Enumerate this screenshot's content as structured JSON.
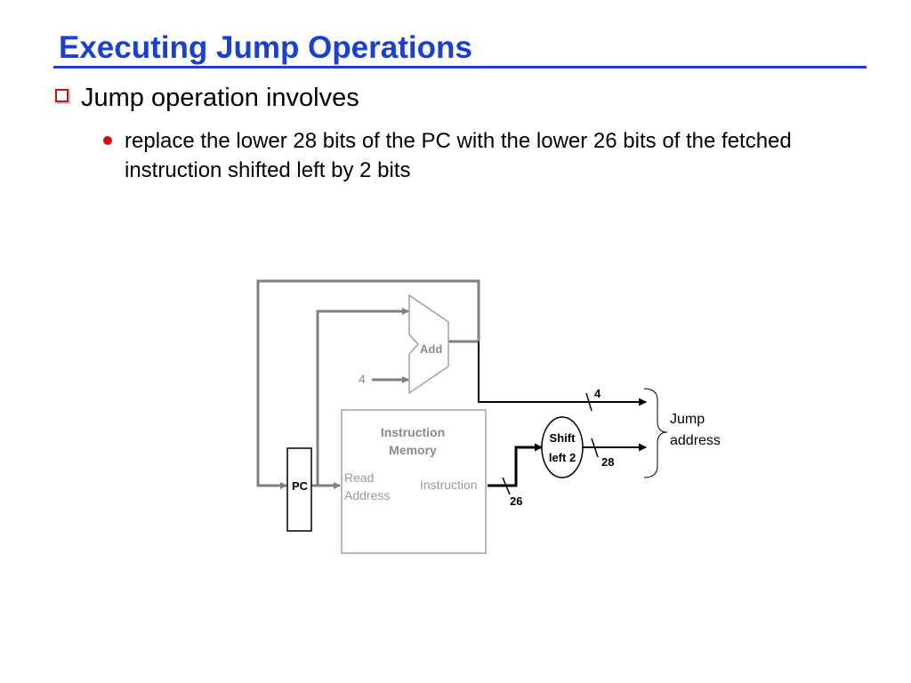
{
  "slide": {
    "title": "Executing Jump Operations",
    "bullet_main": "Jump operation involves",
    "bullet_sub": "replace the lower 28 bits of the PC with the lower 26 bits of the fetched instruction shifted left by 2 bits"
  },
  "diagram": {
    "add_label": "Add",
    "const_four": "4",
    "memory_label_line1": "Instruction",
    "memory_label_line2": "Memory",
    "read_label_line1": "Read",
    "read_label_line2": "Address",
    "instruction_port": "Instruction",
    "pc_label": "PC",
    "shift_line1": "Shift",
    "shift_line2": "left 2",
    "bits_four": "4",
    "bits_26": "26",
    "bits_28": "28",
    "jump_line1": "Jump",
    "jump_line2": "address"
  },
  "colors": {
    "title": "#1a3fd6",
    "bullet": "#d01010",
    "wire_gray": "#808080",
    "wire_black": "#000000"
  }
}
